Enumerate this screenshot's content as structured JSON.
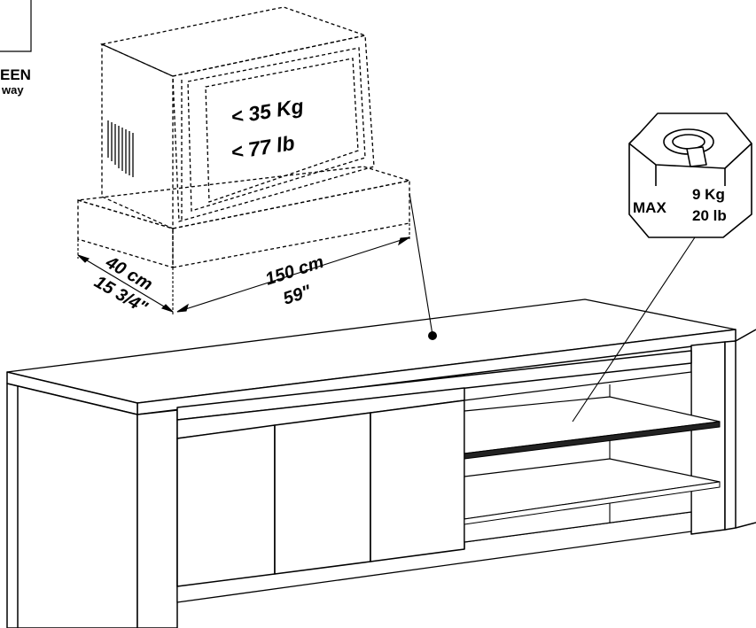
{
  "corner_label": {
    "line1": "EEN",
    "line2": "way"
  },
  "tv_load": {
    "weight_kg": "< 35 Kg",
    "weight_lb": "< 77 lb"
  },
  "top_surface": {
    "length_cm": "150 cm",
    "length_in": "59\"",
    "depth_cm": "40 cm",
    "depth_in": "15 3/4\""
  },
  "shelf_load": {
    "max_label": "MAX",
    "weight_kg": "9 Kg",
    "weight_lb": "20 lb"
  }
}
